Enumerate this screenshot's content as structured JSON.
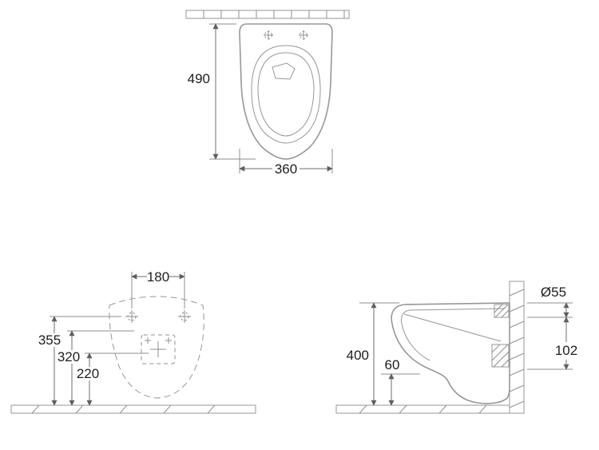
{
  "colors": {
    "line": "#979797",
    "dimension_line": "#6e6e6e",
    "label_text": "#1d1d1d"
  },
  "top_view": {
    "depth_label": "490",
    "width_label": "360"
  },
  "front_view": {
    "hole_spacing_label": "180",
    "height_labels": [
      "355",
      "320",
      "220"
    ]
  },
  "side_view": {
    "height_label": "400",
    "clearance_label": "60",
    "outlet_diameter_label": "Ø55",
    "outlet_offset_label": "102"
  }
}
